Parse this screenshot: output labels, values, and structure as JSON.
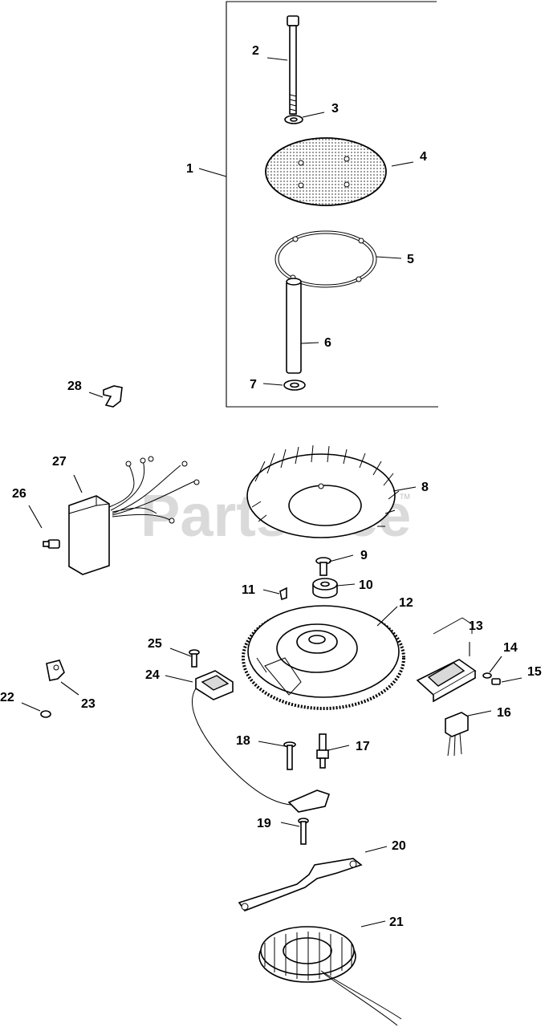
{
  "watermark": {
    "text": "PartsTree",
    "tm": "TM"
  },
  "callouts": [
    {
      "id": "1",
      "label": "1"
    },
    {
      "id": "2",
      "label": "2"
    },
    {
      "id": "3",
      "label": "3"
    },
    {
      "id": "4",
      "label": "4"
    },
    {
      "id": "5",
      "label": "5"
    },
    {
      "id": "6",
      "label": "6"
    },
    {
      "id": "7",
      "label": "7"
    },
    {
      "id": "8",
      "label": "8"
    },
    {
      "id": "9",
      "label": "9"
    },
    {
      "id": "10",
      "label": "10"
    },
    {
      "id": "11",
      "label": "11"
    },
    {
      "id": "12",
      "label": "12"
    },
    {
      "id": "13",
      "label": "13"
    },
    {
      "id": "14",
      "label": "14"
    },
    {
      "id": "15",
      "label": "15"
    },
    {
      "id": "16",
      "label": "16"
    },
    {
      "id": "17",
      "label": "17"
    },
    {
      "id": "18",
      "label": "18"
    },
    {
      "id": "19",
      "label": "19"
    },
    {
      "id": "20",
      "label": "20"
    },
    {
      "id": "21",
      "label": "21"
    },
    {
      "id": "22",
      "label": "22"
    },
    {
      "id": "23",
      "label": "23"
    },
    {
      "id": "24",
      "label": "24"
    },
    {
      "id": "25",
      "label": "25"
    },
    {
      "id": "26",
      "label": "26"
    },
    {
      "id": "27",
      "label": "27"
    },
    {
      "id": "28",
      "label": "28"
    }
  ]
}
